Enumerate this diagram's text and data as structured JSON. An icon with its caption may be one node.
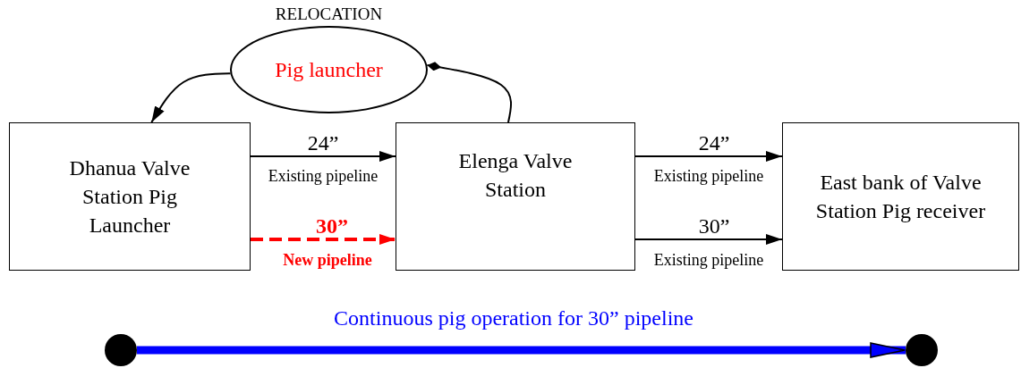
{
  "diagram": {
    "nodes": [
      {
        "text": [
          "Pig launcher"
        ],
        "beside": [
          "RELOCATION"
        ]
      },
      {
        "text": [
          "Dhanua Valve Station Pig Launcher"
        ]
      },
      {
        "text": [
          "Elenga Valve Station"
        ]
      },
      {
        "text": [
          "East bank of Valve Station Pig receiver"
        ]
      },
      {
        "text": [],
        "shape": "circle"
      },
      {
        "text": [],
        "shape": "circle"
      }
    ],
    "edges": [
      {
        "from": 0,
        "to": 1,
        "arrow": "to"
      },
      {
        "from": 2,
        "to": 0,
        "arrow": "other"
      },
      {
        "from": 1,
        "to": 2,
        "arrow": "to",
        "label": "24”"
      },
      {
        "from": 1,
        "to": 2,
        "arrow": "to",
        "label": "30”",
        "style": "dashed",
        "color": "#ff0000"
      },
      {
        "from": 2,
        "to": 3,
        "arrow": "to",
        "label": "24”"
      },
      {
        "from": 2,
        "to": 3,
        "arrow": "to",
        "label": "30”"
      },
      {
        "from": 4,
        "to": 5,
        "arrow": "to",
        "label": "Continuous pig operation for 30” pipeline",
        "style": "thick",
        "color": "#0000ff"
      }
    ],
    "labels": [
      "Existing pipeline",
      "New pipeline",
      "Existing pipeline",
      "Existing pipeline"
    ]
  }
}
